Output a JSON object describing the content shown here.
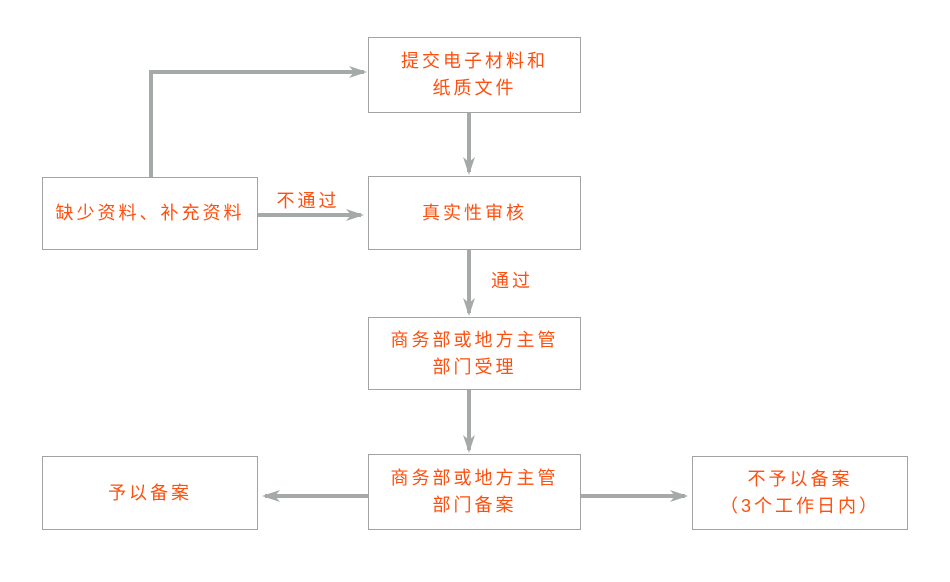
{
  "diagram": {
    "type": "flowchart",
    "text_color": "#ff4f0e",
    "line_color": "#a5aaa8",
    "border_color": "#a3a3a3",
    "nodes": {
      "submit": {
        "label": "提交电子材料和\n纸质文件"
      },
      "missing": {
        "label": "缺少资料、补充资料"
      },
      "review": {
        "label": "真实性审核"
      },
      "accept": {
        "label": "商务部或地方主管\n部门受理"
      },
      "file": {
        "label": "商务部或地方主管\n部门备案"
      },
      "approved": {
        "label": "予以备案"
      },
      "rejected": {
        "label": "不予以备案\n（3个工作日内）"
      }
    },
    "edge_labels": {
      "fail": "不通过",
      "pass": "通过"
    },
    "edges": [
      {
        "from": "missing",
        "to": "submit",
        "label": ""
      },
      {
        "from": "submit",
        "to": "review",
        "label": ""
      },
      {
        "from": "missing",
        "to": "review",
        "label": "不通过"
      },
      {
        "from": "review",
        "to": "accept",
        "label": "通过"
      },
      {
        "from": "accept",
        "to": "file",
        "label": ""
      },
      {
        "from": "file",
        "to": "approved",
        "label": ""
      },
      {
        "from": "file",
        "to": "rejected",
        "label": ""
      }
    ]
  }
}
